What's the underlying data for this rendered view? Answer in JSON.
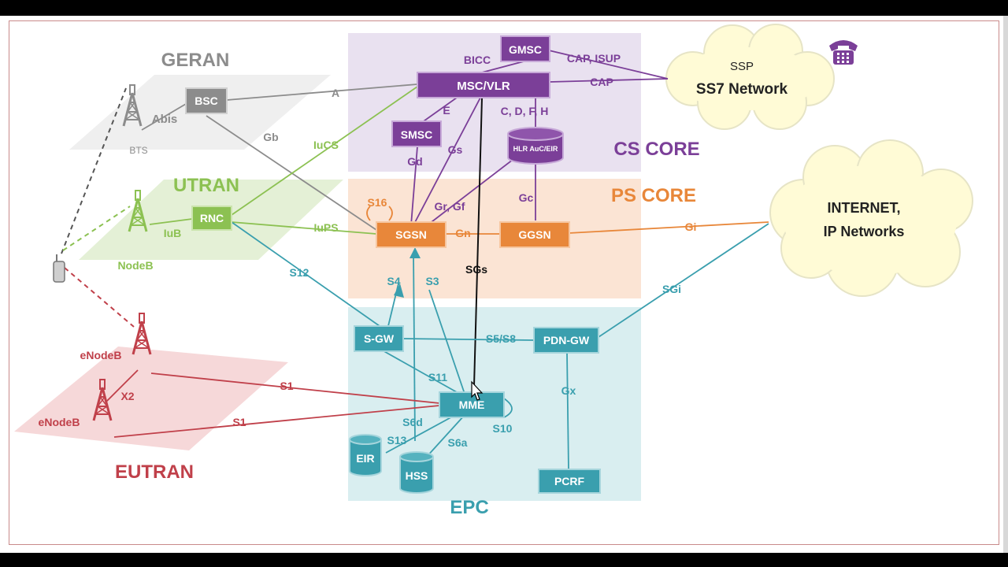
{
  "regions": {
    "cs_core": "CS CORE",
    "ps_core": "PS CORE",
    "epc": "EPC",
    "geran": "GERAN",
    "utran": "UTRAN",
    "eutran": "EUTRAN"
  },
  "nodes": {
    "gmsc": "GMSC",
    "msc_vlr": "MSC/VLR",
    "smsc": "SMSC",
    "hlr": "HLR AuC/EIR",
    "sgsn": "SGSN",
    "ggsn": "GGSN",
    "sgw": "S-GW",
    "pdn_gw": "PDN-GW",
    "mme": "MME",
    "eir": "EIR",
    "hss": "HSS",
    "pcrf": "PCRF",
    "bsc": "BSC",
    "rnc": "RNC",
    "bts": "BTS",
    "nodeb": "NodeB",
    "enodeb1": "eNodeB",
    "enodeb2": "eNodeB"
  },
  "clouds": {
    "ssp": "SSP",
    "ss7": "SS7 Network",
    "internet_1": "INTERNET,",
    "internet_2": "IP Networks"
  },
  "interfaces": {
    "bicc": "BICC",
    "cap_isup": "CAP, ISUP",
    "cap": "CAP",
    "a": "A",
    "e": "E",
    "cdfh": "C, D, F, H",
    "gd": "Gd",
    "gs": "Gs",
    "gb": "Gb",
    "iucs": "IuCS",
    "abis": "Abis",
    "iub": "IuB",
    "iups": "IuPS",
    "s16": "S16",
    "gr_gf": "Gr, Gf",
    "gc": "Gc",
    "gn": "Gn",
    "gi": "Gi",
    "sgs": "SGs",
    "s12": "S12",
    "s4": "S4",
    "s3": "S3",
    "sgi": "SGi",
    "s5s8": "S5/S8",
    "s11": "S11",
    "gx": "Gx",
    "s1a": "S1",
    "s1b": "S1",
    "x2": "X2",
    "s6d": "S6d",
    "s13": "S13",
    "s6a": "S6a",
    "s10": "S10"
  },
  "colors": {
    "cs": "#7b3f98",
    "cs_bg": "#e9e1f0",
    "ps": "#e8873a",
    "ps_bg": "#fbe4d4",
    "epc": "#3a9fae",
    "epc_bg": "#d9eef0",
    "geran": "#8c8c8c",
    "utran": "#8cc152",
    "eutran": "#c0404a"
  },
  "icons": [
    "phone-icon",
    "mouse-cursor-icon",
    "mobile-phone-icon",
    "antenna-tower-icon"
  ]
}
